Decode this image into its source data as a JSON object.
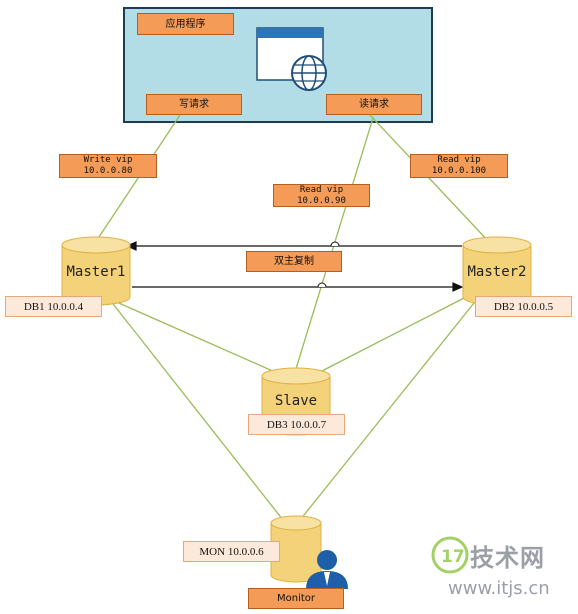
{
  "app": {
    "title": "应用程序",
    "write_request": "写请求",
    "read_request": "读请求"
  },
  "vips": {
    "write": {
      "label": "Write vip",
      "ip": "10.0.0.80"
    },
    "read_mid": {
      "label": "Read vip",
      "ip": "10.0.0.90"
    },
    "read_right": {
      "label": "Read vip",
      "ip": "10.0.0.100"
    }
  },
  "replication_label": "双主复制",
  "nodes": {
    "master1": {
      "name": "Master1",
      "ip": "DB1 10.0.0.4"
    },
    "master2": {
      "name": "Master2",
      "ip": "DB2 10.0.0.5"
    },
    "slave": {
      "name": "Slave",
      "ip": "DB3 10.0.0.7"
    },
    "monitor": {
      "name": "Monitor",
      "ip": "MON 10.0.0.6"
    }
  },
  "watermark": {
    "brand": "17技术网",
    "url": "www.itjs.cn"
  },
  "colors": {
    "panel": "#b3dde6",
    "tag": "#f39b57",
    "ip_box": "#fde9d9",
    "db_body": "#f3d27a",
    "link": "#9bbb59"
  }
}
